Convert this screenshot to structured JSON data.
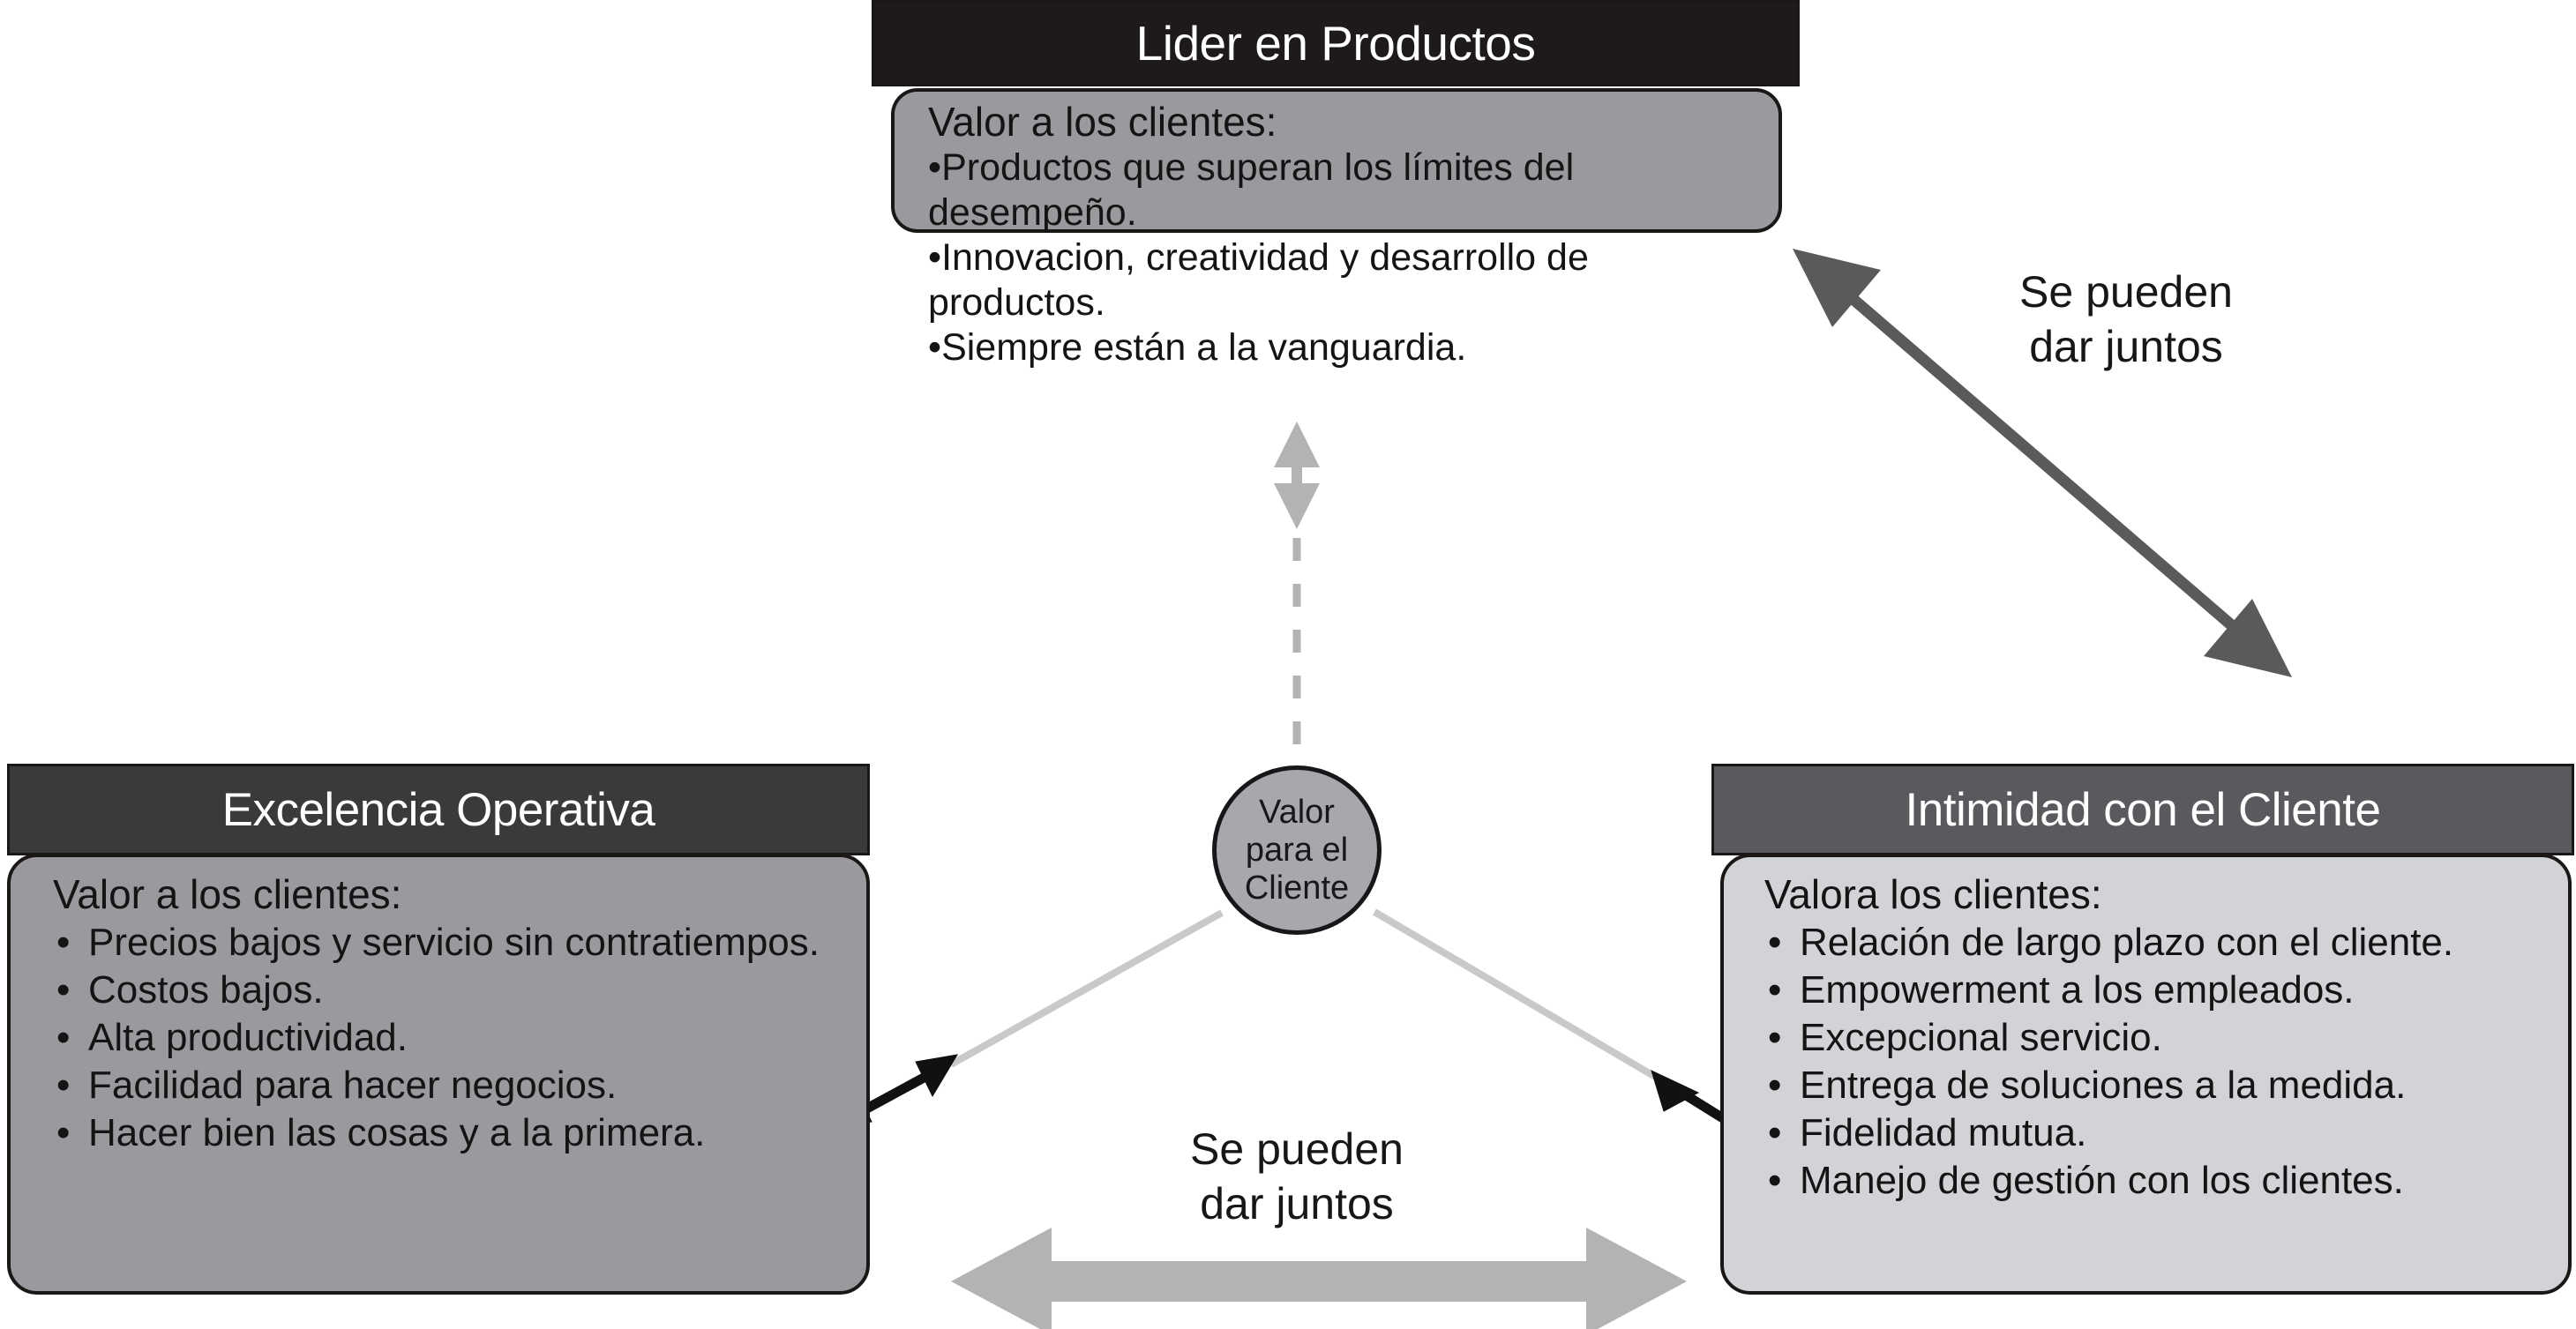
{
  "diagram": {
    "title_hidden": "",
    "center": {
      "label_lines": [
        "Valor",
        "para el",
        "Cliente"
      ],
      "fill_color": "#a8a8ac",
      "stroke_color": "#17171a"
    },
    "panels": {
      "top": {
        "header": "Lider en Productos",
        "header_bg": "#1e1a1a",
        "body_bg": "#9a9a9e",
        "lead": "Valor a los clientes:",
        "bullet_marker": "•",
        "bullets": [
          "Productos que superan los límites del desempeño.",
          "Innovacion, creatividad y desarrollo de productos.",
          "Siempre están a la vanguardia."
        ]
      },
      "left": {
        "header": "Excelencia Operativa",
        "header_bg": "#3a3a3a",
        "body_bg": "#9a9a9e",
        "lead": "Valor a los clientes:",
        "bullet_marker": "•",
        "bullets": [
          "Precios bajos y servicio sin contratiempos.",
          "Costos bajos.",
          "Alta productividad.",
          "Facilidad para hacer negocios.",
          "Hacer bien las cosas y a la primera."
        ]
      },
      "right": {
        "header": "Intimidad con el Cliente",
        "header_bg": "#5a5a5e",
        "body_bg": "#d2d3d6",
        "lead": "Valora los clientes:",
        "bullet_marker": "•",
        "bullets": [
          "Relación de largo plazo con el cliente.",
          "Empowerment a los empleados.",
          "Excepcional servicio.",
          "Entrega de soluciones a la medida.",
          "Fidelidad mutua.",
          "Manejo de gestión con los clientes."
        ]
      }
    },
    "annotations": {
      "right_arrow_label": "Se pueden\ndar juntos",
      "bottom_arrow_label": "Se pueden\ndar juntos"
    },
    "connectors": {
      "diagonal_arrow_color": "#5a5a5a",
      "block_arrow_color": "#b3b3b3",
      "dashed_line_color": "#b3b3b3",
      "spoke_line_color": "#c9c9c9",
      "spoke_arrow_color": "#111111"
    }
  }
}
